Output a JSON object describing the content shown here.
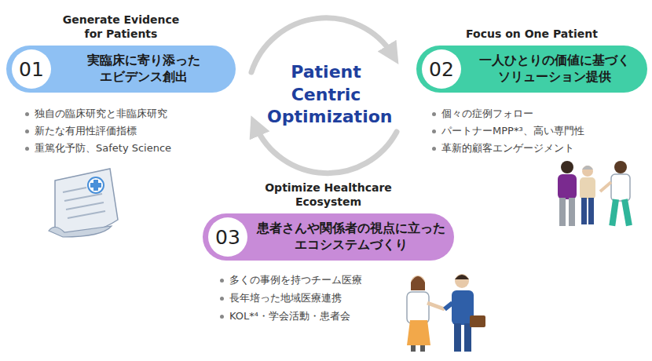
{
  "diagram": {
    "nodes": [
      {
        "text": [
          "Generate Evidence for Patients",
          "実臨床に寄り添った エビデンス創出"
        ]
      },
      {
        "text": [
          "01"
        ],
        "in": 0
      },
      {
        "text": [
          "Focus on One Patient",
          "一人ひとりの価値に基づく ソリューション提供"
        ]
      },
      {
        "text": [
          "02"
        ],
        "in": 2
      },
      {
        "text": [
          "Optimize Healthcare Ecosystem",
          "患者さんや関係者の視点に立った エコシステムづくり"
        ]
      },
      {
        "text": [
          "03"
        ],
        "in": 4
      }
    ],
    "labels": [
      "Patient Centric Optimization",
      "独自の臨床研究と非臨床研究",
      "新たな有用性評価指標",
      "重篤化予防、Safety Science",
      "個々の症例フォロー",
      "パートナーMPP*³、高い専門性",
      "革新的顧客エンゲージメント",
      "多くの事例を持つチーム医療",
      "長年培った地域医療連携",
      "KOL*⁴・学会活動・患者会"
    ]
  }
}
